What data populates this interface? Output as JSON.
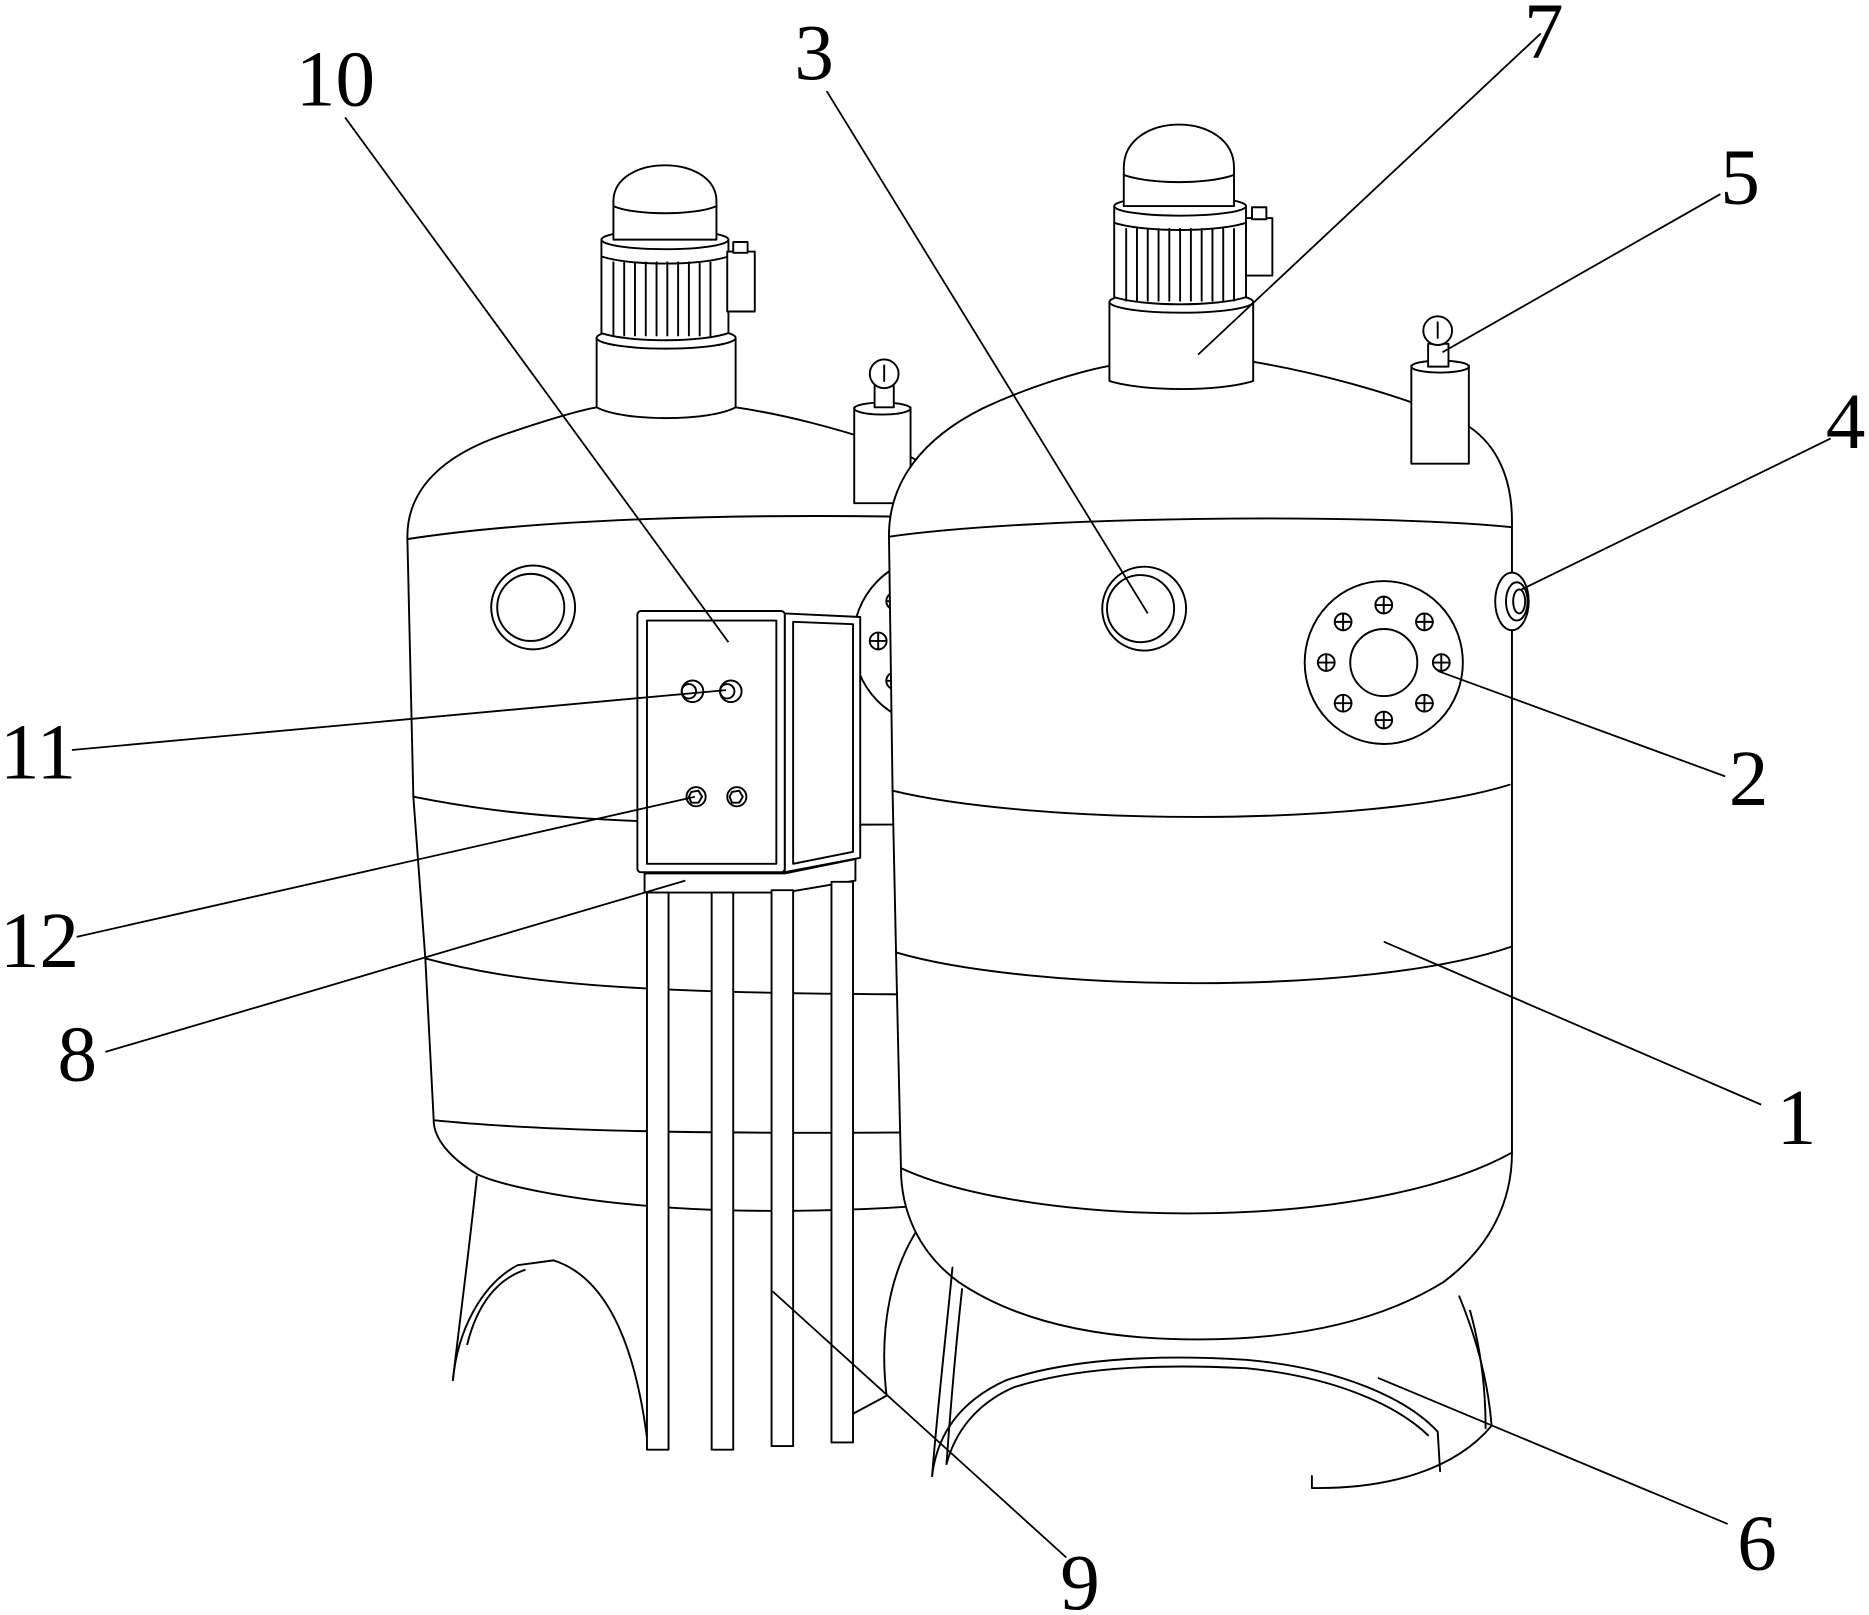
{
  "labels": [
    "1",
    "2",
    "3",
    "4",
    "5",
    "6",
    "7",
    "8",
    "9",
    "10",
    "11",
    "12"
  ]
}
